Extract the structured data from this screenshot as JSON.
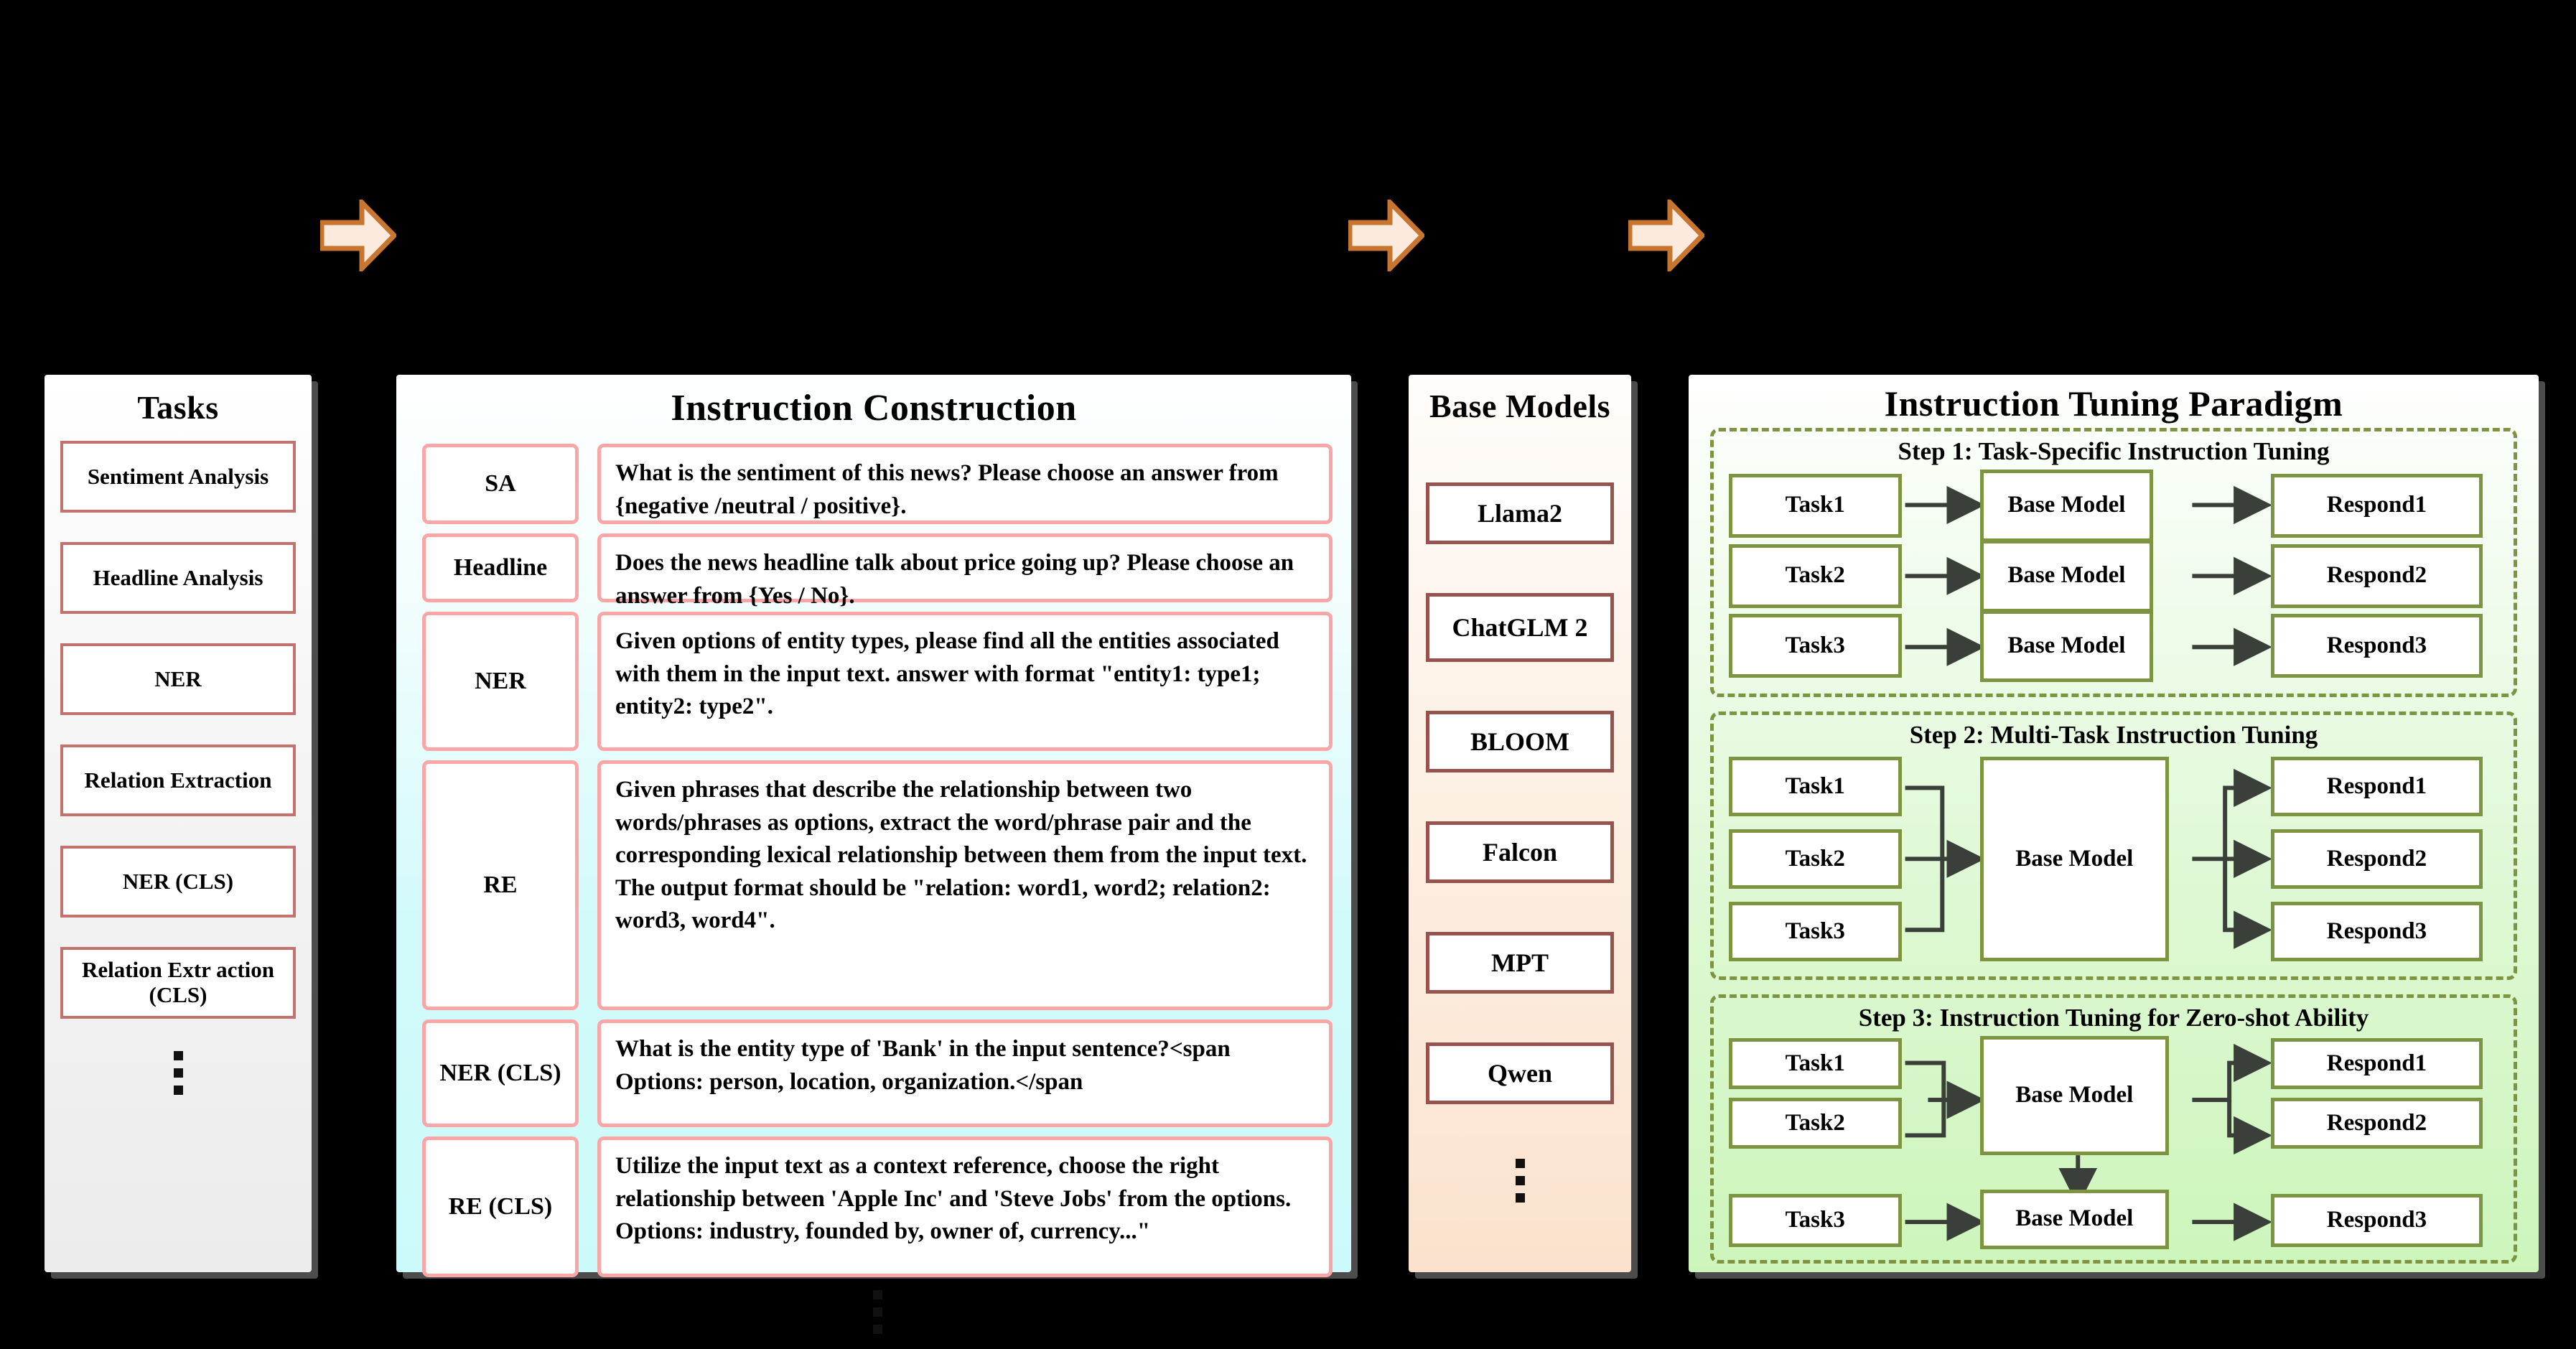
{
  "colors": {
    "task_border": "#c4726e",
    "instruction_border": "#fba6a6",
    "model_border": "#97544e",
    "paradigm_green": "#7d9441",
    "arrow_stroke": "#c8762f",
    "arrow_fill": "#fdeade"
  },
  "tasks": {
    "title": "Tasks",
    "items": [
      {
        "label": "Sentiment Analysis"
      },
      {
        "label": "Headline Analysis"
      },
      {
        "label": "NER"
      },
      {
        "label": "Relation Extraction"
      },
      {
        "label": "NER (CLS)"
      },
      {
        "label": "Relation Extr action (CLS)"
      }
    ],
    "ellipsis": "⋮"
  },
  "instruction": {
    "title": "Instruction Construction",
    "rows": [
      {
        "tag": "SA",
        "text": "What is the sentiment of this news? Please choose an answer from {negative /neutral / positive}."
      },
      {
        "tag": "Headline",
        "text": "Does the news headline talk about price going up? Please choose an answer from {Yes / No}."
      },
      {
        "tag": "NER",
        "text": "Given options of entity types, please find all the entities associated with them in the input text. answer with format \"entity1: type1; entity2: type2\"."
      },
      {
        "tag": "RE",
        "text": "Given phrases that describe the relationship between two words/phrases as options, extract the word/phrase pair and the corresponding lexical relationship between them from the input text. The output format should be \"relation: word1, word2; relation2: word3, word4\"."
      },
      {
        "tag": "NER (CLS)",
        "text": "What is the entity type of 'Bank' in the input sentence?<span Options: person, location, organization.</span"
      },
      {
        "tag": "RE (CLS)",
        "text": "Utilize the input text as a context reference, choose the right relationship between 'Apple Inc' and 'Steve Jobs' from the options. Options: industry, founded by, owner of, currency...\""
      }
    ],
    "ellipsis": "⋮"
  },
  "models": {
    "title": "Base Models",
    "items": [
      {
        "label": "Llama2"
      },
      {
        "label": "ChatGLM 2"
      },
      {
        "label": "BLOOM"
      },
      {
        "label": "Falcon"
      },
      {
        "label": "MPT"
      },
      {
        "label": "Qwen"
      }
    ],
    "ellipsis": "⋮"
  },
  "paradigm": {
    "title": "Instruction Tuning Paradigm",
    "steps": [
      {
        "title": "Step 1: Task-Specific Instruction Tuning",
        "tasks": [
          "Task1",
          "Task2",
          "Task3"
        ],
        "models": [
          "Base Model",
          "Base Model",
          "Base Model"
        ],
        "responds": [
          "Respond1",
          "Respond2",
          "Respond3"
        ]
      },
      {
        "title": "Step 2: Multi-Task Instruction Tuning",
        "tasks": [
          "Task1",
          "Task2",
          "Task3"
        ],
        "models": [
          "Base Model"
        ],
        "responds": [
          "Respond1",
          "Respond2",
          "Respond3"
        ]
      },
      {
        "title": "Step 3: Instruction Tuning for Zero-shot Ability",
        "tasks": [
          "Task1",
          "Task2",
          "Task3"
        ],
        "models": [
          "Base Model",
          "Base Model"
        ],
        "responds": [
          "Respond1",
          "Respond2",
          "Respond3"
        ]
      }
    ]
  },
  "connectors": {
    "arrow1": "block-arrow-right",
    "arrow2": "block-arrow-right",
    "arrow3": "block-arrow-right"
  }
}
